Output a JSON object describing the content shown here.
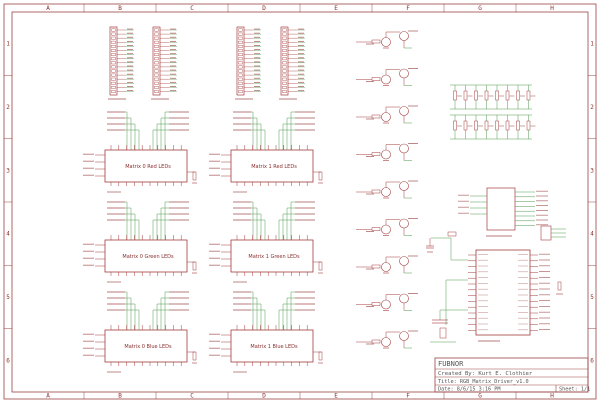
{
  "sheet": {
    "columns": [
      "A",
      "B",
      "C",
      "D",
      "E",
      "F",
      "G",
      "H"
    ],
    "rows": [
      "1",
      "2",
      "3",
      "4",
      "5",
      "6"
    ]
  },
  "matrix_drivers": [
    {
      "label": "Matrix 0 Red LEDs"
    },
    {
      "label": "Matrix 1 Red LEDs"
    },
    {
      "label": "Matrix 0 Green LEDs"
    },
    {
      "label": "Matrix 1 Green LEDs"
    },
    {
      "label": "Matrix 0 Blue LEDs"
    },
    {
      "label": "Matrix 1 Blue LEDs"
    }
  ],
  "title_block": {
    "brand": "FUBNOR",
    "created_by": "Created By: Kurt E. Clothier",
    "title": "Title: RGB_Matrix_Driver_v1.0",
    "date": "Date: 8/6/15 3:16 PM",
    "sheet": "Sheet: 1/1"
  }
}
